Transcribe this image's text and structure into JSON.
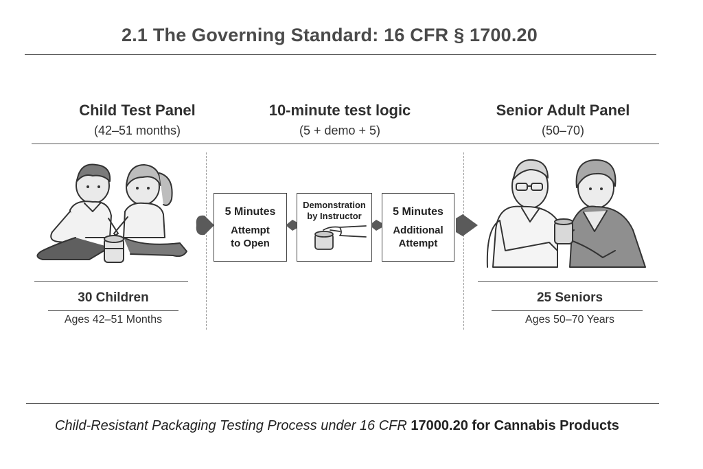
{
  "title": "2.1 The Governing Standard: 16 CFR § 1700.20",
  "columns": {
    "child": {
      "heading": "Child Test Panel",
      "subheading": "(42–51 months)",
      "count": "30 Children",
      "ages": "Ages 42–51 Months"
    },
    "logic": {
      "heading": "10-minute test logic",
      "subheading": "(5 + demo + 5)"
    },
    "senior": {
      "heading": "Senior Adult Panel",
      "subheading": "(50–70)",
      "count": "25 Seniors",
      "ages": "Ages 50–70 Years"
    }
  },
  "steps": [
    {
      "line1": "5 Minutes",
      "line2": "Attempt",
      "line3": "to Open"
    },
    {
      "line1": "Demonstration",
      "line2": "by Instructor"
    },
    {
      "line1": "5 Minutes",
      "line2": "Additional",
      "line3": "Attempt"
    }
  ],
  "footer": {
    "part1": "Child-Resistant Packaging Testing Process under 16 CFR ",
    "part2": "17000.20 for Cannabis Products"
  },
  "colors": {
    "arrow": "#5a5a5a",
    "line": "#555555"
  }
}
